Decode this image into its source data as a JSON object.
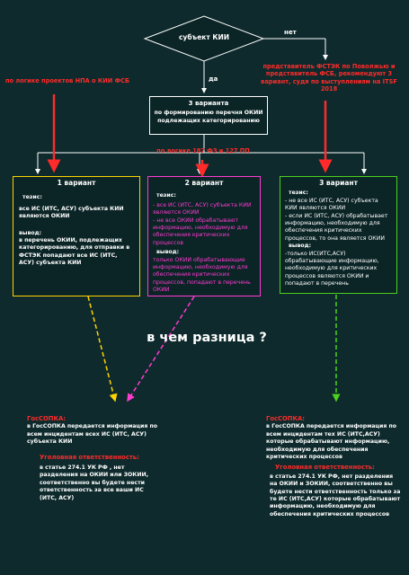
{
  "decision": {
    "label": "субъект КИИ",
    "no_label": "нет",
    "yes_label": "да"
  },
  "left_note": "по логике проектов НПА о КИИ ФСБ",
  "right_note": "представитель ФСТЭК по Поволжью и представитель ФСБ, рекомендуют 3 вариант, судя по выступлениям на ITSF 2018",
  "center_box": {
    "title": "3 варианта",
    "text": "по формированию перечня ОКИИ подлежащих категорированию"
  },
  "middle_note": "по логике 187 ФЗ и 127 ПП",
  "variants": [
    {
      "title": "1 вариант",
      "thesis_label": "тезис:",
      "thesis": "все ИС (ИТС, АСУ) субъекта КИИ являются ОКИИ",
      "conclusion_label": "вывод:",
      "conclusion": "в перечень ОКИИ, подлежащих категорированию, для отправки в ФСТЭК попадают все ИС (ИТС, АСУ) субъекта КИИ"
    },
    {
      "title": "2 вариант",
      "thesis_label": "тезис:",
      "thesis_items": [
        "- все ИС (ИТС, АСУ) субъекта КИИ являются ОКИИ",
        "- не все ОКИИ обрабатывают информацию, необходимую для обеспечения критических процессов"
      ],
      "conclusion_label": "вывод:",
      "conclusion": "только ОКИИ обрабатывающие информацию, необходимую для обеспечения критических процессов, попадают в перечень ОКИИ"
    },
    {
      "title": "3 вариант",
      "thesis_label": "тезис:",
      "thesis_items": [
        "- не все ИС (ИТС, АСУ) субъекта КИИ являются ОКИИ",
        "- если ИС (ИТС, АСУ) обрабатывает информацию, необходимую для обеспечения критических процессов, то она является ОКИИ"
      ],
      "conclusion_label": "вывод:",
      "conclusion": "-только ИС(ИТС,АСУ) обрабатывающие информацию, необходимую для критических процессов являются ОКИИ и попадают в перечень"
    }
  ],
  "question": "в чем разница ?",
  "bottom_left": {
    "gossopka_title": "ГосСОПКА:",
    "gossopka_text": "в ГосСОПКА передается информация по всем инцидентам всех ИС (ИТС, АСУ) субъекта КИИ",
    "liability_title": "Уголовная ответственность:",
    "liability_text": "в статье 274.1 УК РФ , нет разделения на ОКИИ или ЗОКИИ, соответственно вы будете нести ответственность за все ваши ИС (ИТС, АСУ)"
  },
  "bottom_right": {
    "gossopka_title": "ГосСОПКА:",
    "gossopka_text": "в ГосСОПКА передается информация по всем инцидентам тех ИС (ИТС,АСУ) которые обрабатывают информацию, необходимую для обеспечения критических процессов",
    "liability_title": "Уголовная ответственность:",
    "liability_text": "в статье 274.1 УК РФ, нет разделения на ОКИИ и ЗОКИИ, соответственно вы будете нести ответственность только за те ИС (ИТС,АСУ) которые обрабатывают информацию, необходимую для обеспечения критических процессов"
  },
  "colors": {
    "background": "#0e2a2c",
    "red": "#ff2a2a",
    "yellow": "#ffd400",
    "magenta": "#ff3bd0",
    "green": "#4bd11e"
  }
}
